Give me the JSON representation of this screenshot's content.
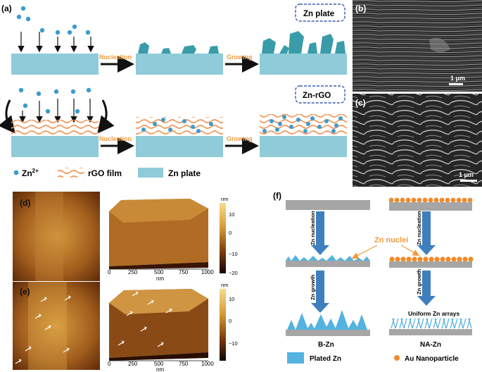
{
  "panel_labels": {
    "a": "(a)",
    "b": "(b)",
    "c": "(c)",
    "d": "(d)",
    "e": "(e)",
    "f": "(f)"
  },
  "panel_a": {
    "row1_tag": "Zn plate",
    "row2_tag": "Zn-rGO",
    "arrow_nucleation": "Nucleation",
    "arrow_growing": "Growing",
    "legend": {
      "ion_label": "Zn",
      "ion_superscript": "2+",
      "film_label": "rGO film",
      "plate_label": "Zn plate"
    }
  },
  "sem": {
    "scale_b": "1 μm",
    "scale_c": "1 μm"
  },
  "afm": {
    "unit": "nm",
    "colorbar_d": [
      "10",
      "0",
      "−10",
      "−20"
    ],
    "colorbar_e": [
      "10",
      "0",
      "−10"
    ],
    "ticks_x": [
      "0",
      "250",
      "500",
      "750",
      "1000"
    ],
    "xlabel": "nm"
  },
  "panel_f": {
    "zn_nucleation": "Zn nucleation",
    "zn_growth": "Zn growth",
    "zn_nuclei": "Zn nuclei",
    "uniform_arrays": "Uniform Zn arrays",
    "bzn_label": "B-Zn",
    "nazn_label": "NA-Zn",
    "legend_plated": "Plated Zn",
    "legend_au": "Au Nanoparticle"
  },
  "colors": {
    "plate": "#8fcbd8",
    "ion": "#3a9ccf",
    "rgo": "#f0955a",
    "dash_box": "#3b5bb5",
    "orange_label": "#f39a3c",
    "blue_arrow": "#3e7fc0",
    "gray_plate": "#a6a6a6",
    "plated_zn": "#54b3e0",
    "au": "#f08a2a"
  }
}
